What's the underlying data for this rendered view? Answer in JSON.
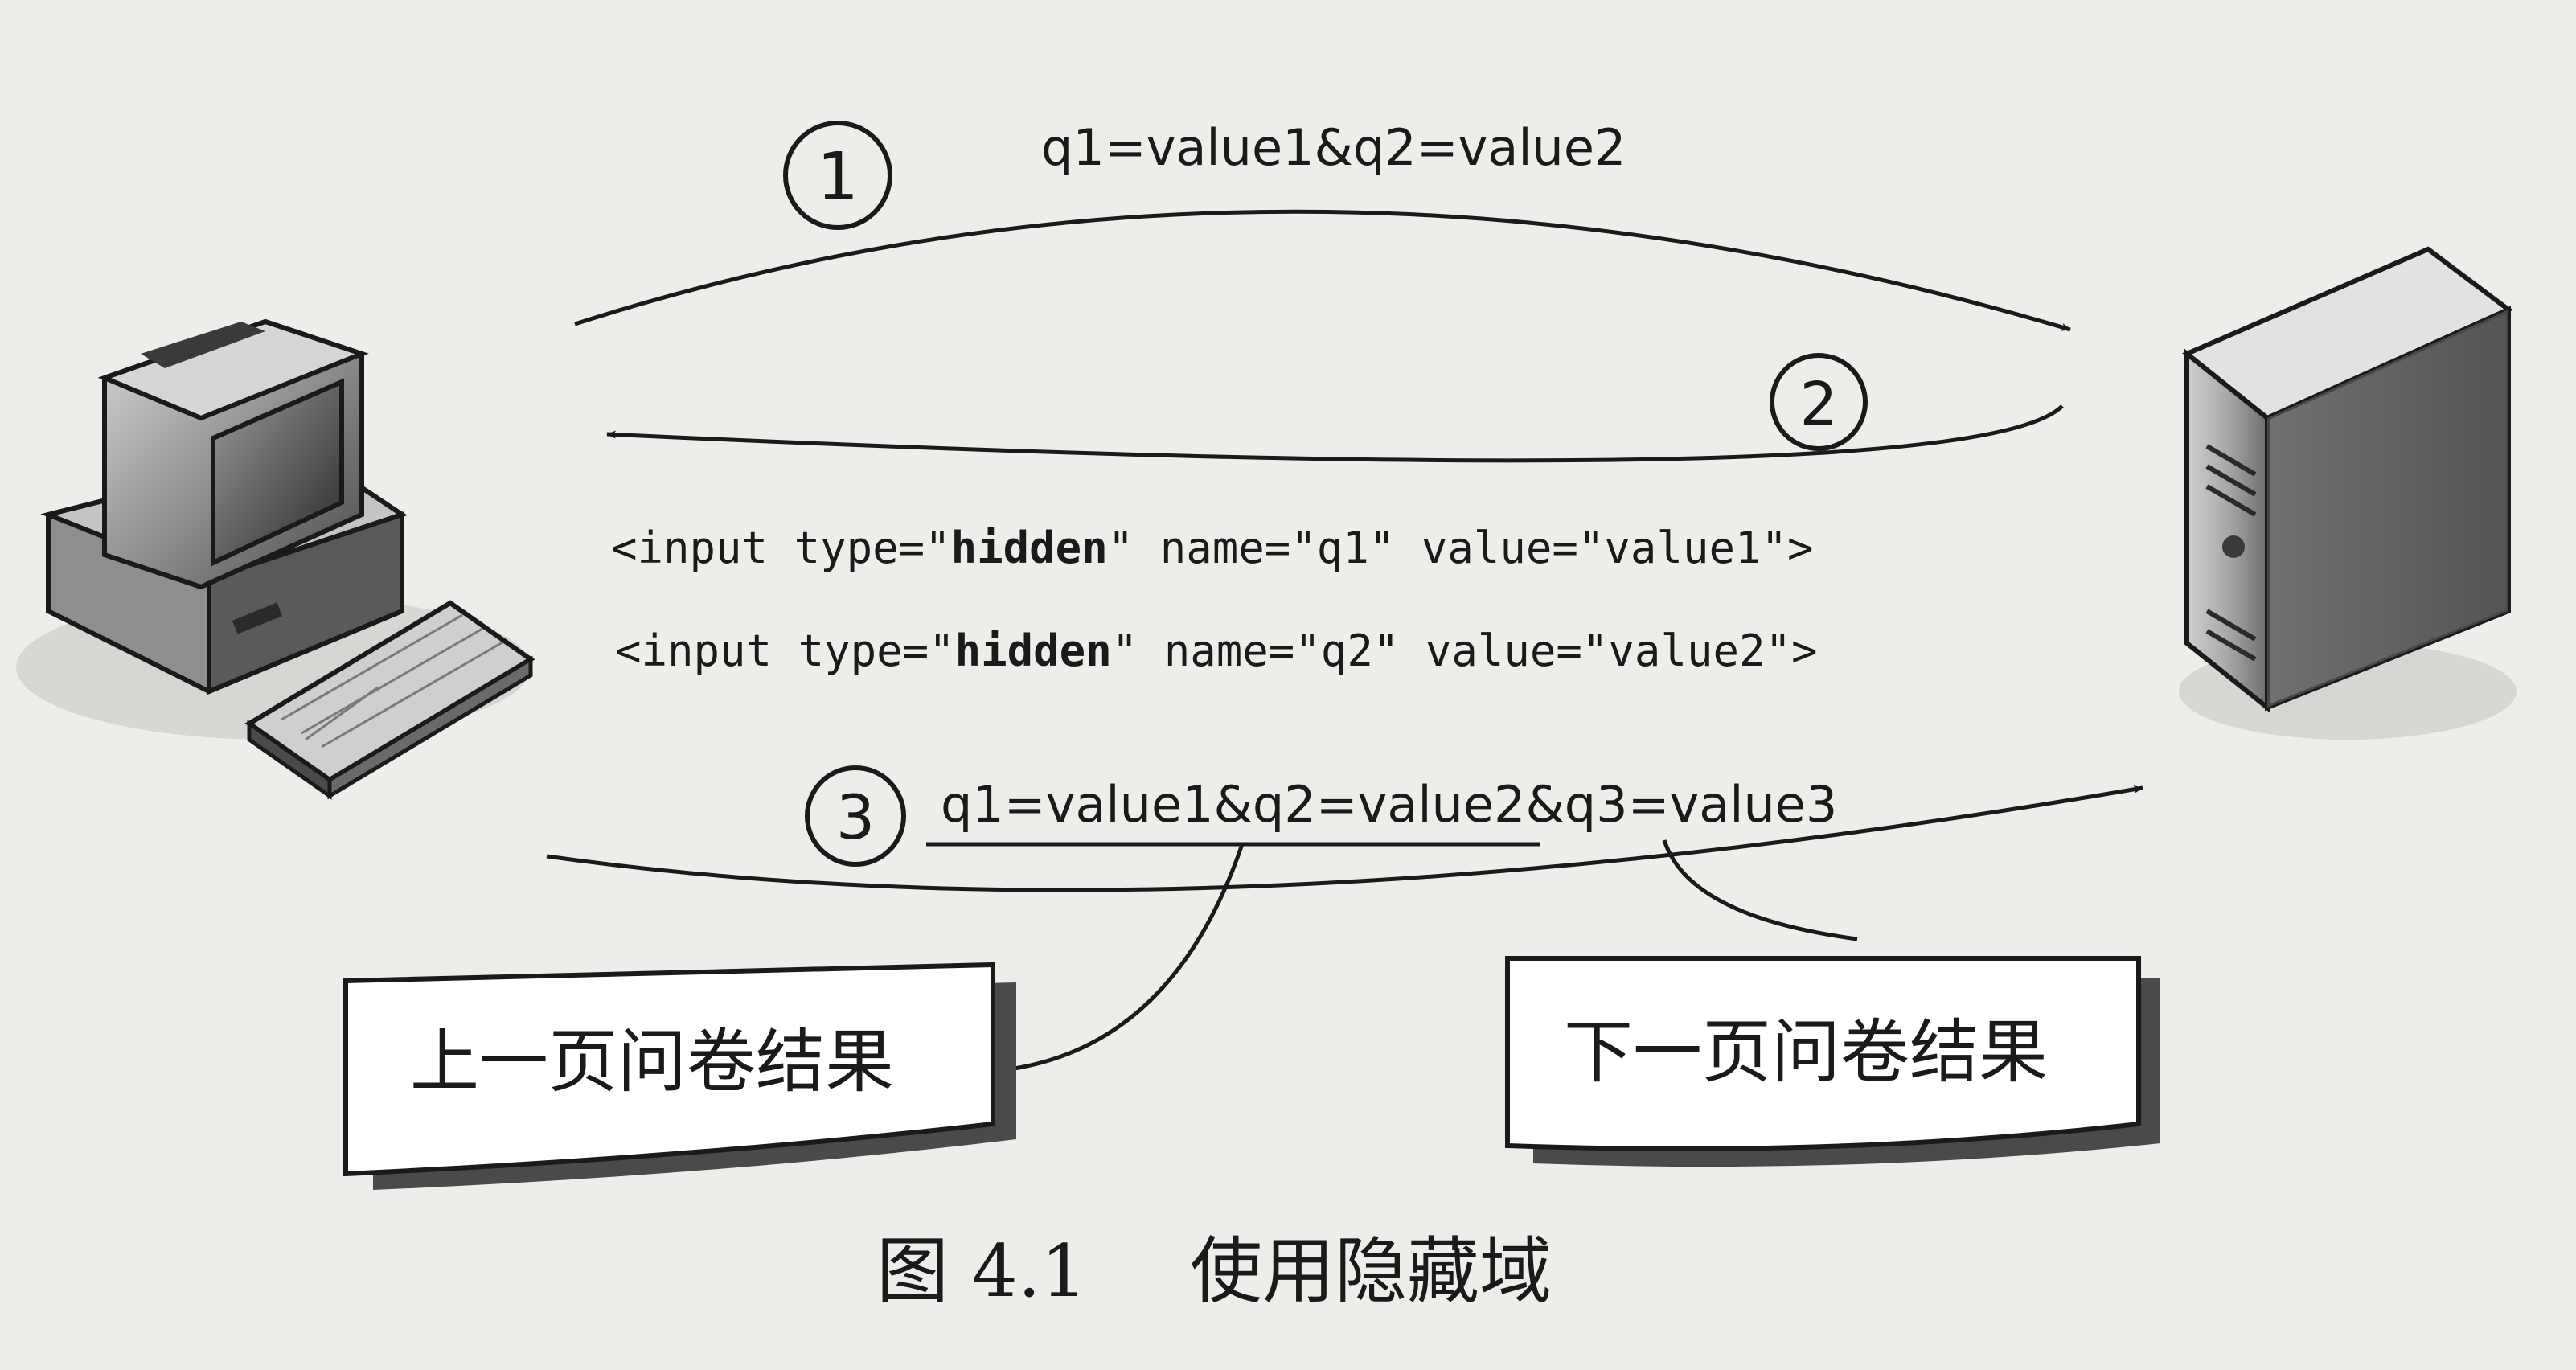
{
  "steps": [
    {
      "number": "①",
      "label": "q1=value1&q2=value2"
    },
    {
      "number": "②",
      "code_lines": [
        {
          "prefix": "<input type=\"",
          "keyword": "hidden",
          "suffix": "\" name=\"q1\"  value=\"value1\">"
        },
        {
          "prefix": "<input type=\"",
          "keyword": "hidden",
          "suffix": "\" name=\"q2\"  value=\"value2\">"
        }
      ]
    },
    {
      "number": "③",
      "label_part1": "q1=value1&q2=value2",
      "label_part2": "&q3=value3"
    }
  ],
  "callouts": {
    "previous_page": "上一页问卷结果",
    "next_page": "下一页问卷结果"
  },
  "caption": {
    "figure_number": "图 4.1",
    "title": "使用隐藏域"
  },
  "icons": {
    "client": "desktop-computer-icon",
    "server": "server-tower-icon"
  },
  "colors": {
    "background": "#efedea",
    "ink": "#1a1a1a",
    "callout_fill": "#ffffff"
  }
}
